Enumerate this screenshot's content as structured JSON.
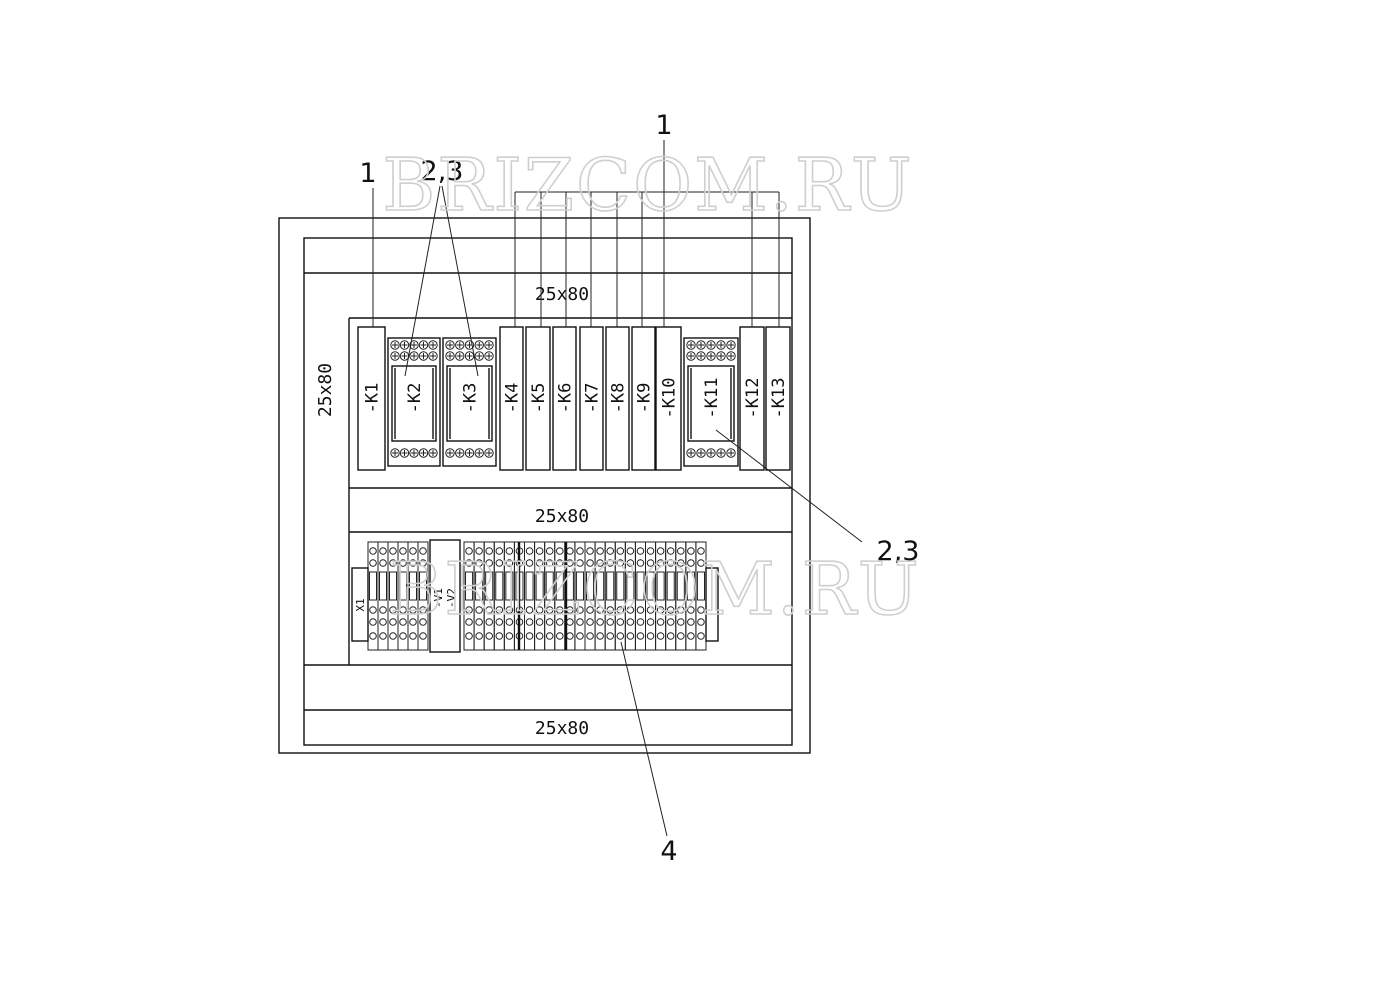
{
  "watermark": "BRIZCOM.RU",
  "callouts": {
    "c1_left": "1",
    "c23_top": "2,3",
    "c1_top": "1",
    "c23_right": "2,3",
    "c4": "4"
  },
  "ducts": {
    "top": "25x80",
    "left": "25x80",
    "middle": "25x80",
    "bottom": "25x80"
  },
  "relays": [
    "-K1",
    "-K2",
    "-K3",
    "-K4",
    "-K5",
    "-K6",
    "-K7",
    "-K8",
    "-K9",
    "-K10",
    "-K11",
    "-K12",
    "-K13"
  ],
  "terminals": {
    "x1": "X1",
    "v1": "-V1",
    "v2": "-V2"
  }
}
